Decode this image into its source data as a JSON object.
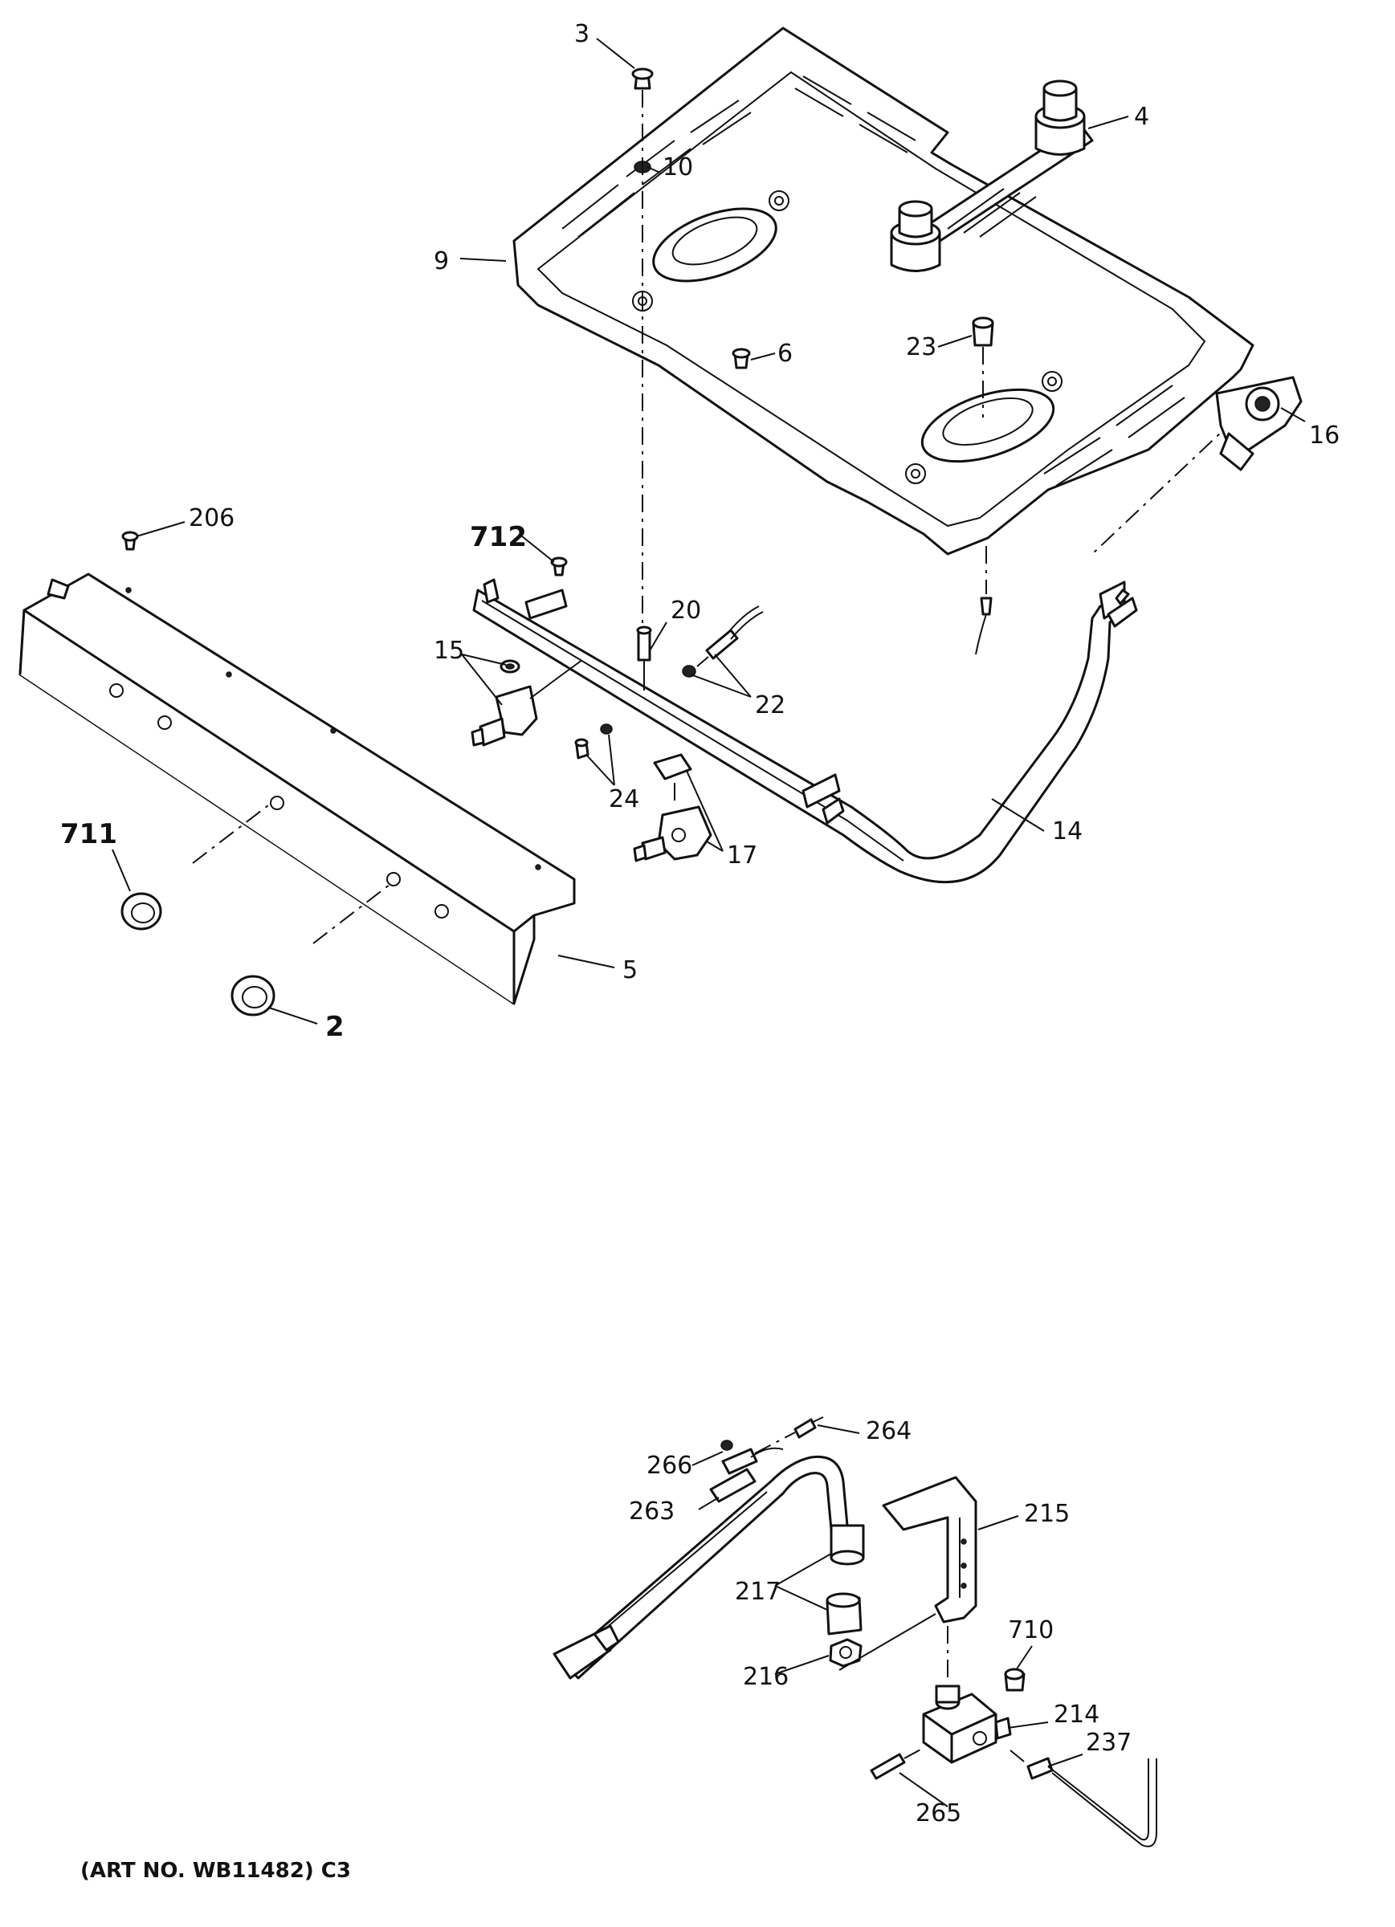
{
  "callouts": {
    "c2": "2",
    "c3": "3",
    "c4": "4",
    "c5": "5",
    "c6": "6",
    "c9": "9",
    "c10": "10",
    "c14": "14",
    "c15": "15",
    "c16": "16",
    "c17": "17",
    "c20": "20",
    "c22": "22",
    "c23": "23",
    "c24": "24",
    "c206": "206",
    "c214": "214",
    "c215": "215",
    "c216": "216",
    "c217": "217",
    "c237": "237",
    "c263": "263",
    "c264": "264",
    "c265": "265",
    "c266": "266",
    "c710": "710",
    "c711": "711",
    "c712": "712"
  },
  "caption": "(ART NO. WB11482) C3"
}
